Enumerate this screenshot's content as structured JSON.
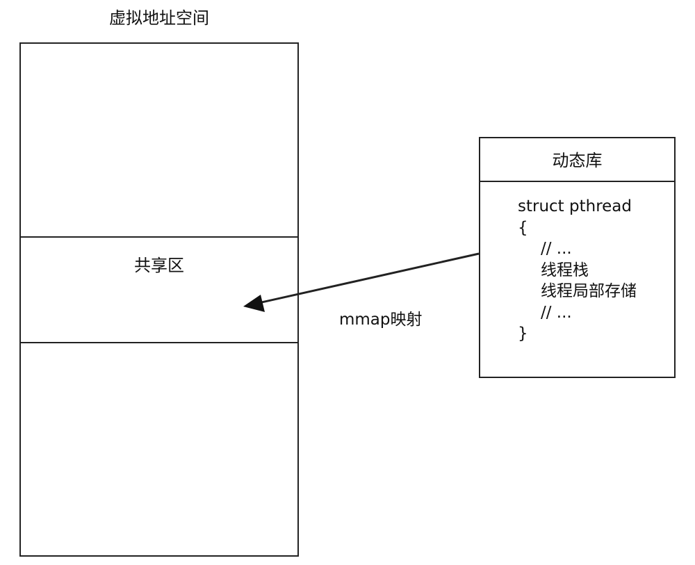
{
  "virtual_address_space": {
    "title": "虚拟地址空间",
    "shared_region_label": "共享区"
  },
  "dynamic_library": {
    "title": "动态库",
    "code_lines": [
      "struct pthread",
      "{",
      "// ...",
      "线程栈",
      "线程局部存储",
      "// ...",
      "}"
    ]
  },
  "arrow": {
    "label": "mmap映射"
  }
}
